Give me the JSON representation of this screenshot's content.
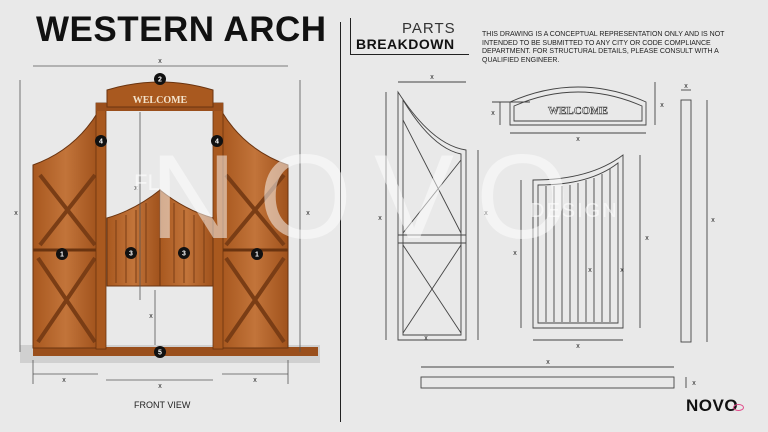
{
  "title": "WESTERN ARCH",
  "parts_label": "PARTS",
  "breakdown_label": "BREAKDOWN",
  "disclaimer": "THIS DRAWING IS A CONCEPTUAL REPRESENTATION ONLY AND IS NOT INTENDED TO BE SUBMITTED TO ANY CITY OR CODE COMPLIANCE DEPARTMENT. FOR STRUCTURAL DETAILS, PLEASE CONSULT WITH A QUALIFIED ENGINEER.",
  "sign_text": "WELCOME",
  "front_view_label": "FRONT VIEW",
  "dimension_mark": "x",
  "part_badges": [
    "1",
    "2",
    "3",
    "4",
    "5"
  ],
  "watermark": {
    "main": "NOVO",
    "left": "FL",
    "right": "DESIGN"
  },
  "logo": "NOVO",
  "colors": {
    "wood": "#b0622a",
    "wood_dark": "#7a3d15",
    "line": "#555555",
    "badge": "#111111",
    "logo_accent": "#e04a8a"
  }
}
